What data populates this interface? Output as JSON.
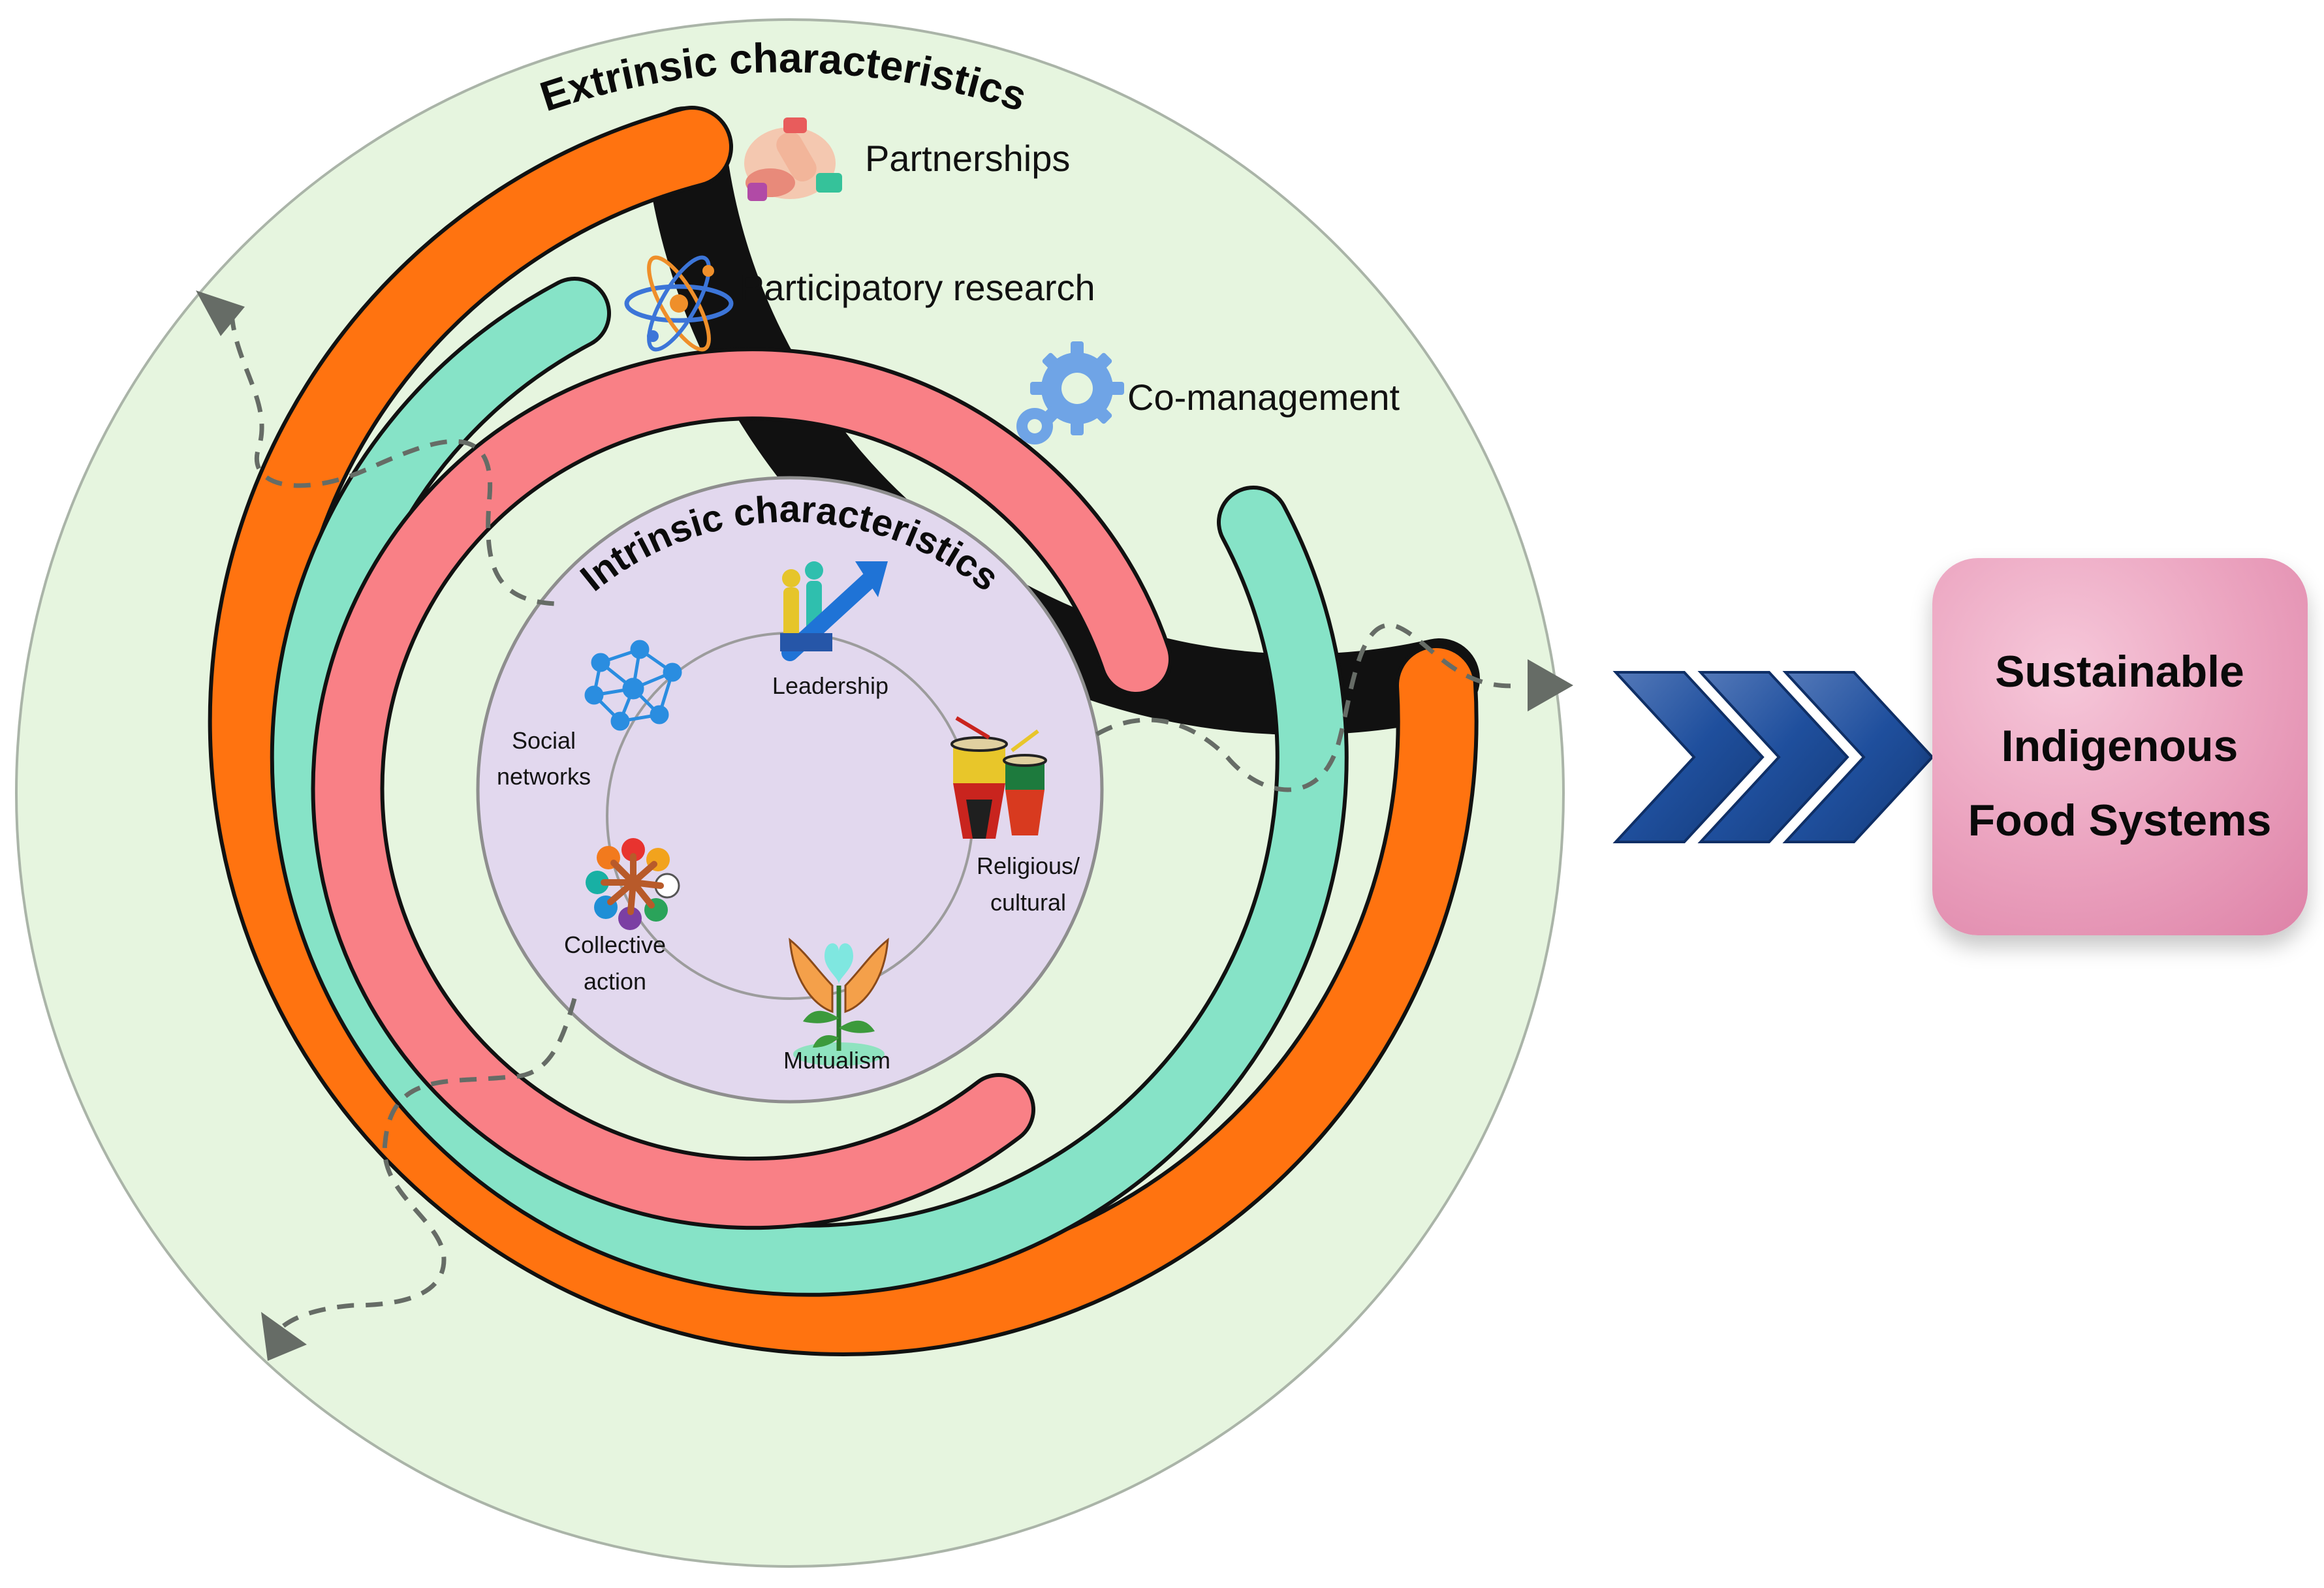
{
  "diagram": {
    "outer_title": "Extrinsic characteristics",
    "inner_title": "Intrinsic characteristics",
    "extrinsic_items": [
      {
        "label": "Partnerships",
        "icon": "handshake-icon"
      },
      {
        "label": "Participatory research",
        "icon": "atom-icon"
      },
      {
        "label": "Co-management",
        "icon": "gears-icon"
      }
    ],
    "intrinsic_items": {
      "leadership": {
        "label": "Leadership",
        "icon": "leadership-climb-icon"
      },
      "social_networks": {
        "line1": "Social",
        "line2": "networks",
        "icon": "network-icon"
      },
      "religious_cultural": {
        "line1": "Religious/",
        "line2": "cultural",
        "icon": "drums-icon"
      },
      "collective_action": {
        "line1": "Collective",
        "line2": "action",
        "icon": "people-circle-icon"
      },
      "mutualism": {
        "label": "Mutualism",
        "icon": "hands-plant-icon"
      }
    },
    "outcome": {
      "line1": "Sustainable",
      "line2": "Indigenous",
      "line3": "Food Systems"
    }
  },
  "colors": {
    "outer_disc": "#e6f5df",
    "inner_disc": "#e2d8ee",
    "orange_ring": "#ff7310",
    "teal_ring": "#86e3c7",
    "pink_ring": "#f98086",
    "chevron": "#1a4f9c",
    "outcome_box": "#e79ab9",
    "dashed_path": "#666c66"
  }
}
